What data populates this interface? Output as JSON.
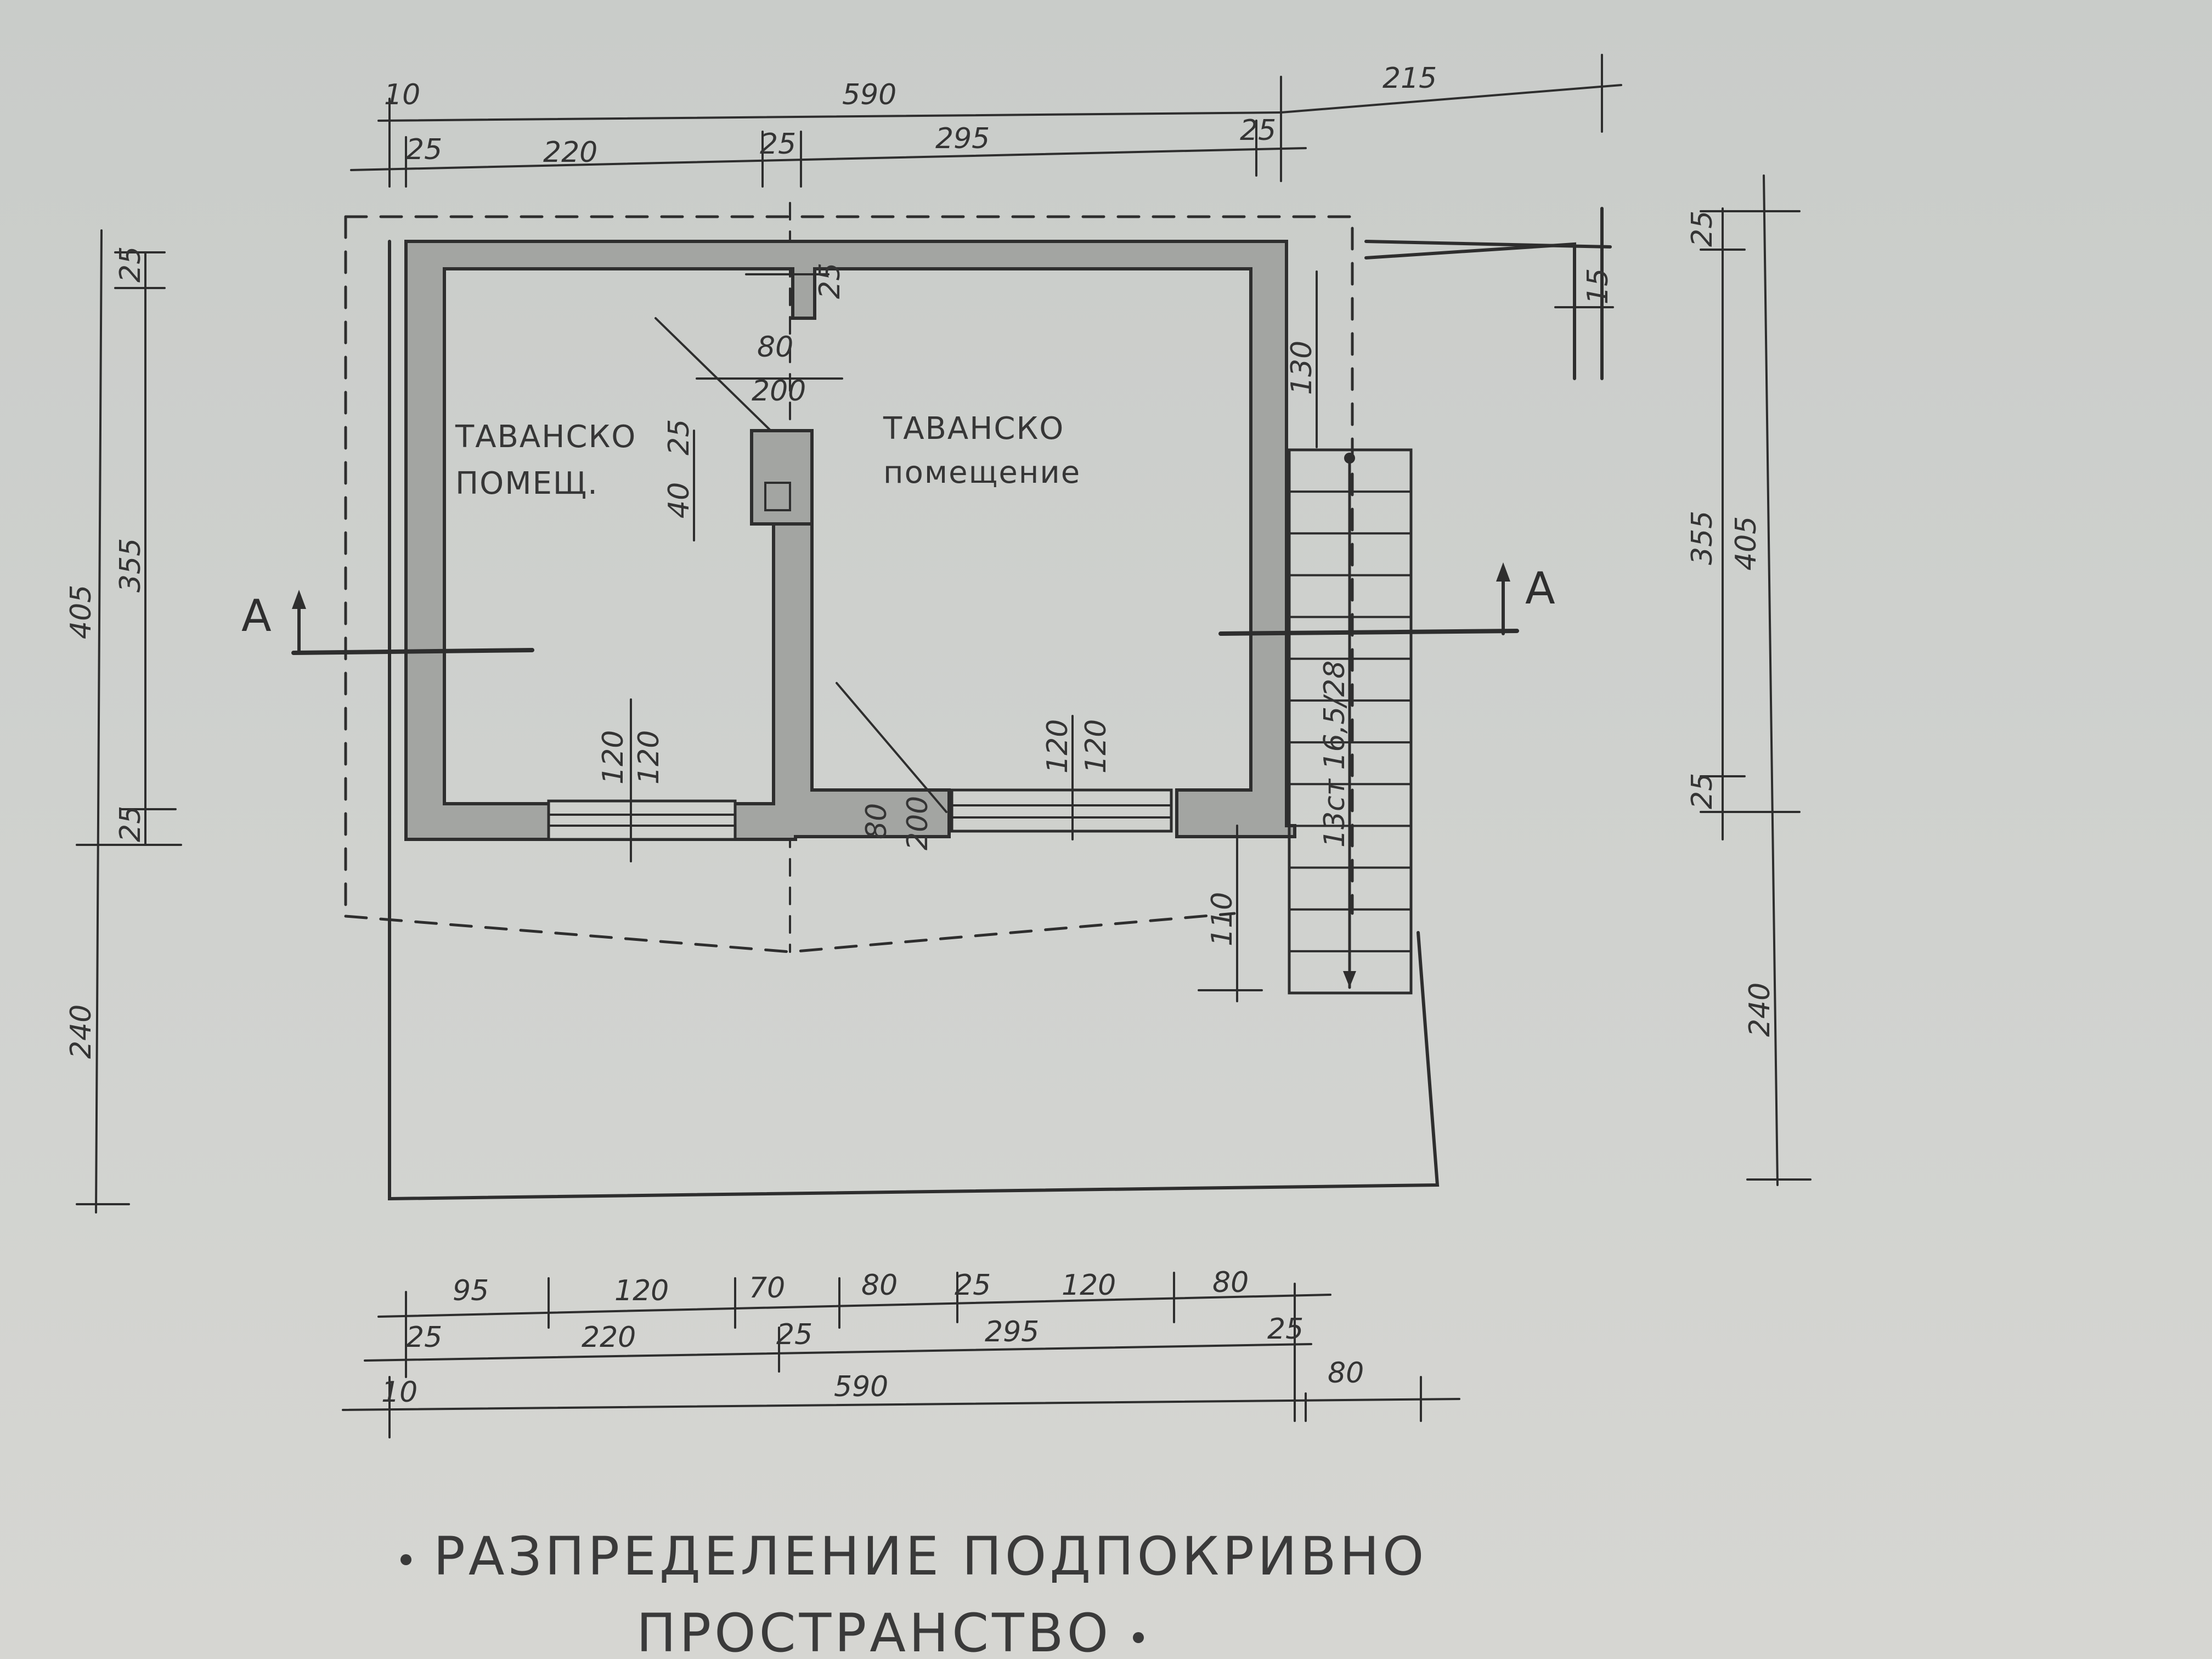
{
  "rooms": {
    "left_line1": "ТАВАНСКО",
    "left_line2": "ПОМЕЩ.",
    "right_line1": "ТАВАНСКО",
    "right_line2": "помещение"
  },
  "section_marks": {
    "left": "A",
    "right": "A"
  },
  "top_dims": {
    "overall": "590",
    "extension": "215",
    "offset": "10",
    "seg1": "25",
    "seg2": "220",
    "seg3": "25",
    "seg4": "295",
    "seg5": "25"
  },
  "left_dims": {
    "total": "405",
    "inner": "355",
    "top": "25",
    "bottom": "25",
    "lower": "240"
  },
  "right_dims": {
    "total": "405",
    "inner": "355",
    "top": "25",
    "small": "15",
    "bottom": "25",
    "lower": "240"
  },
  "interior_dims": {
    "door_top_w": "80",
    "door_top_h": "200",
    "wall_tick": "25",
    "chimney_offset": "25",
    "chimney_size": "40",
    "win_left_w": "120",
    "win_left_h": "120",
    "door_low_w": "80",
    "door_low_h": "200",
    "win_right_w": "120",
    "win_right_h": "120",
    "gap_130": "130",
    "gap_110": "110",
    "stair": "13ст 16,5/28"
  },
  "bottom_dims": {
    "row1": [
      "95",
      "120",
      "70",
      "80",
      "25",
      "120",
      "80"
    ],
    "row2": [
      "25",
      "220",
      "25",
      "295",
      "25"
    ],
    "row3": [
      "10",
      "590",
      "80"
    ]
  },
  "title": {
    "line1": "РАЗПРЕДЕЛЕНИЕ ПОДПОКРИВНО",
    "line2": "ПРОСТРАНСТВО"
  }
}
